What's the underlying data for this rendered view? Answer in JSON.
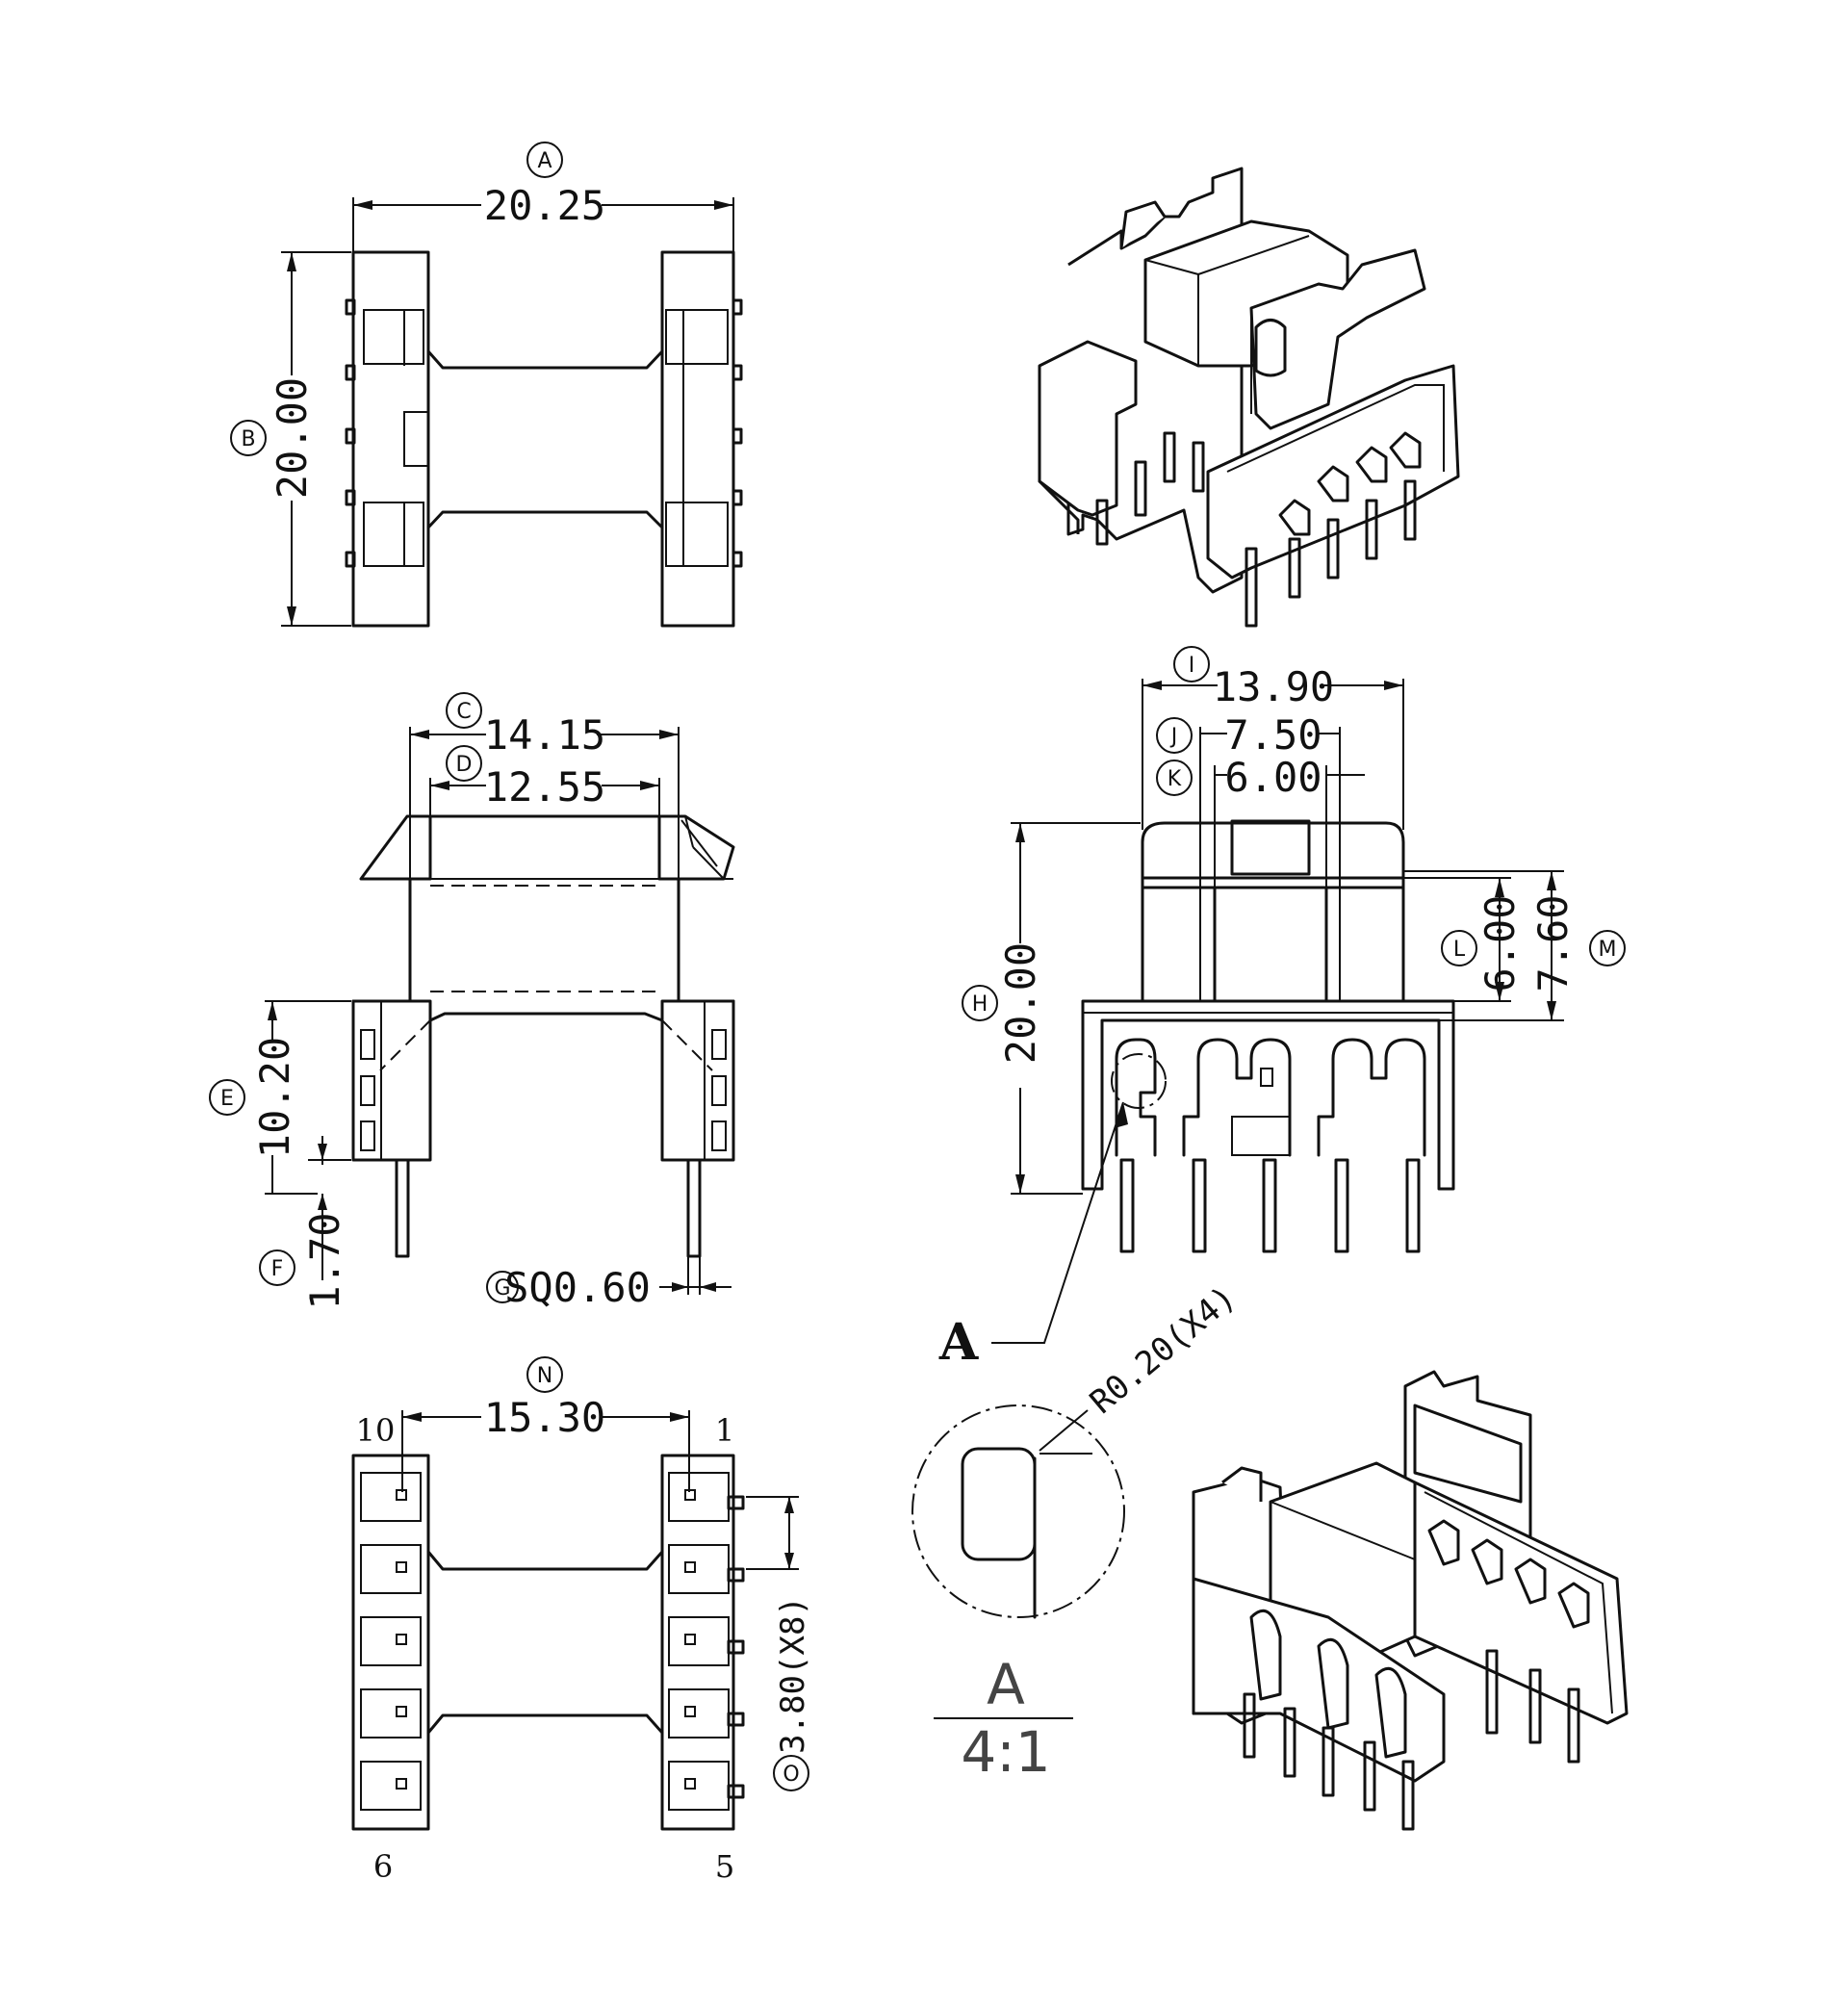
{
  "dimensions": {
    "A": {
      "label": "A",
      "value": "20.25"
    },
    "B": {
      "label": "B",
      "value": "20.00"
    },
    "C": {
      "label": "C",
      "value": "14.15"
    },
    "D": {
      "label": "D",
      "value": "12.55"
    },
    "E": {
      "label": "E",
      "value": "10.20"
    },
    "F": {
      "label": "F",
      "value": "1.70"
    },
    "G": {
      "label": "G",
      "value": "SQ0.60"
    },
    "H": {
      "label": "H",
      "value": "20.00"
    },
    "I": {
      "label": "I",
      "value": "13.90"
    },
    "J": {
      "label": "J",
      "value": "7.50"
    },
    "K": {
      "label": "K",
      "value": "6.00"
    },
    "L": {
      "label": "L",
      "value": "6.00"
    },
    "M": {
      "label": "M",
      "value": "7.60"
    },
    "N": {
      "label": "N",
      "value": "15.30"
    },
    "O": {
      "label": "O",
      "value": "3.80(X8)"
    }
  },
  "pins": {
    "p10": "10",
    "p1": "1",
    "p6": "6",
    "p5": "5"
  },
  "detail": {
    "callout": "A",
    "radius_note": "R0.20(X4)",
    "scale_title": "A",
    "scale": "4:1"
  }
}
